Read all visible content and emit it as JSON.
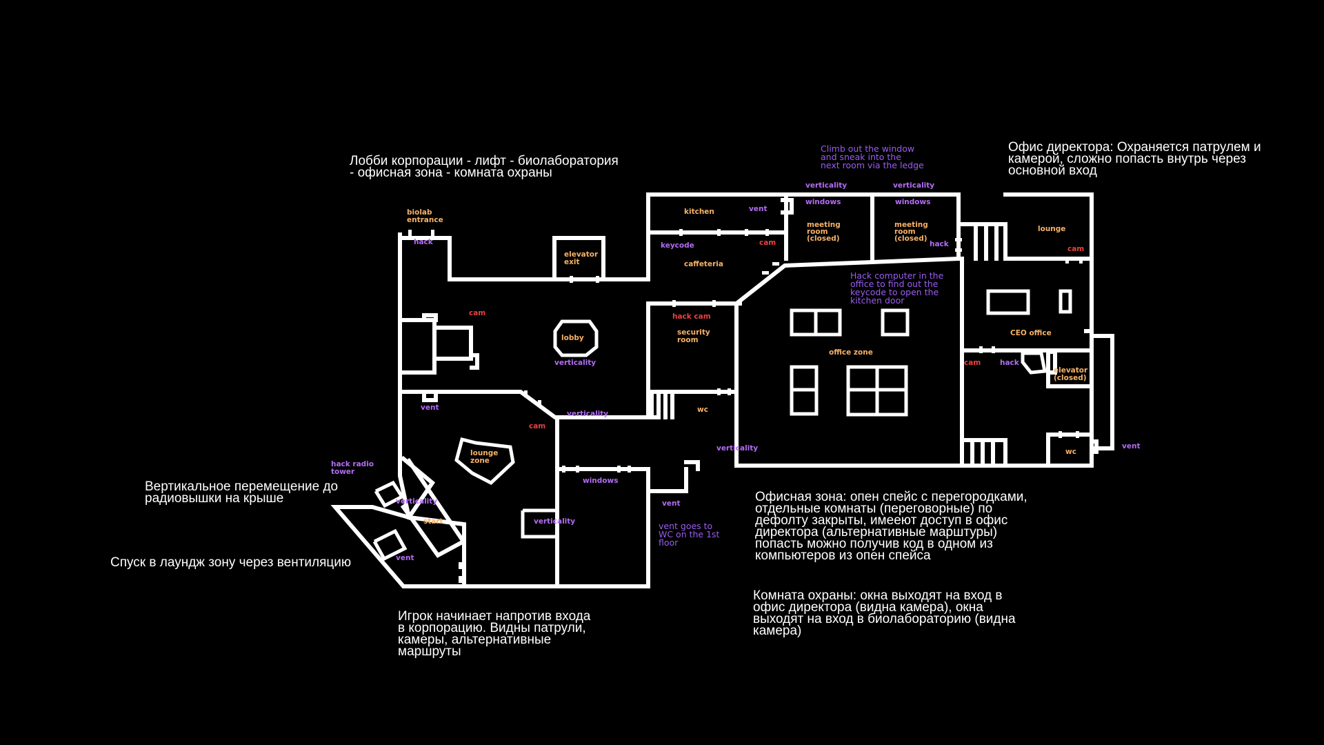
{
  "colors": {
    "background": "#000000",
    "walls": "#ffffff",
    "room_label": "#f7b267",
    "mechanic_label": "#b36cf5",
    "camera_label": "#e8413e",
    "hint_text": "#9b5cf2",
    "notes": "#ffffff"
  },
  "notes": {
    "lobby_route": "Лобби корпорации - лифт - биолаборатория\n- офисная зона - комната охраны",
    "ceo_office": "Офис директора: Охраняется патрулем и\nкамерой, сложно попасть внутрь через\nосновной вход",
    "vertical": "Вертикальное перемещение до\nрадиовышки на крыше",
    "descent": "Спуск в лаундж зону через вентиляцию",
    "player_start": "Игрок начинает напротив входа\nв корпорацию. Видны патрули,\nкамеры, альтернативные\nмаршруты",
    "office_zone": "Офисная зона: опен спейс с перегородками,\nотдельные комнаты (переговорные) по\nдефолту закрыты, имееют доступ в офис\nдиректора (альтернативные марштуры)\nпопасть можно получив код в одном из\nкомпьютеров из опен спейса",
    "security": "Комната охраны: окна выходят на вход в\nофис директора (видна камера), окна\nвыходят на вход в биолабораторию (видна\nкамера)"
  },
  "hints": {
    "climb": [
      "Climb out the window",
      "and sneak into the",
      "next room via the ledge"
    ],
    "hack_computer": [
      "Hack computer in the",
      "office to find out the",
      "keycode to open the",
      "kitchen door"
    ],
    "vent_wc": [
      "vent goes to",
      "WC on the 1st",
      "floor"
    ]
  },
  "rooms": {
    "biolab_entrance": [
      "biolab",
      "entrance"
    ],
    "elevator_exit": [
      "elevator",
      "exit"
    ],
    "lobby": "lobby",
    "lounge_zone": [
      "lounge",
      "zone"
    ],
    "start": "start",
    "kitchen": "kitchen",
    "caffeteria": "caffeteria",
    "security_room": [
      "security",
      "room"
    ],
    "wc_security": "wc",
    "meeting_room_1": [
      "meeting",
      "room",
      "(closed)"
    ],
    "meeting_room_2": [
      "meeting",
      "room",
      "(closed)"
    ],
    "office_zone": "office zone",
    "lounge": "lounge",
    "ceo_office": "CEO office",
    "elevator_closed": [
      "elevator",
      "(closed)"
    ],
    "wc_ceo": "wc"
  },
  "mechanics": {
    "hack_biolab": "hack",
    "vent_lobby": "vent",
    "verticality_lobby": "verticality",
    "verticality_corridor": "verticality",
    "hack_radio_tower": [
      "hack radio",
      "tower"
    ],
    "verticality_tower": "verticality",
    "vent_tower": "vent",
    "verticality_lower": "verticality",
    "windows_lower": "windows",
    "vent_lower": "vent",
    "vent_kitchen": "vent",
    "keycode": "keycode",
    "verticality_meeting_1": "verticality",
    "verticality_meeting_2": "verticality",
    "windows_meeting_1": "windows",
    "windows_meeting_2": "windows",
    "hack_meeting": "hack",
    "verticality_office": "verticality",
    "hack_ceo": "hack",
    "vent_ceo": "vent"
  },
  "cameras": {
    "cam_lobby": "cam",
    "cam_lounge": "cam",
    "hack_cam_security": "hack cam",
    "cam_kitchen": "cam",
    "cam_lounge_ceo": "cam",
    "cam_ceo": "cam"
  }
}
